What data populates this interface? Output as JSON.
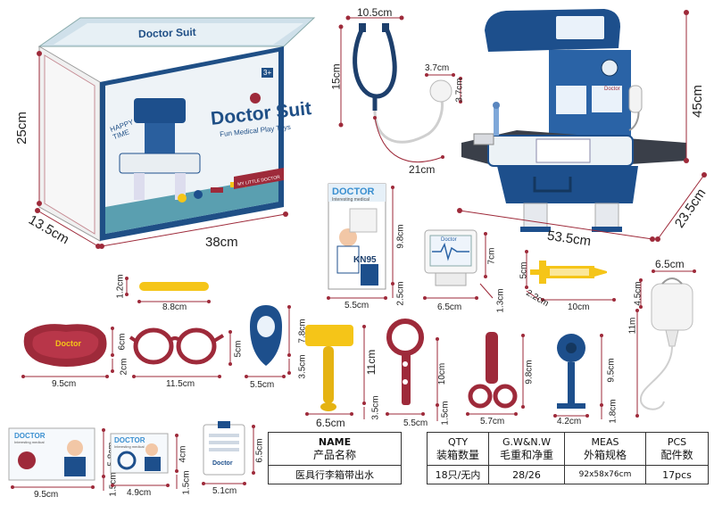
{
  "box": {
    "brand": "Doctor Suit",
    "tagline": "Fun Medical Play Toys",
    "happy_time": "HAPPY TIME",
    "age": "3+",
    "ribbon": "MY LITTLE DOCTOR",
    "dims": {
      "height": "25cm",
      "depth": "13.5cm",
      "width": "38cm"
    }
  },
  "case_dims": {
    "width": "53.5cm",
    "depth": "23.5cm",
    "height": "45cm"
  },
  "stethoscope_dims": {
    "width": "10.5cm",
    "height": "15cm",
    "chest_w": "3.7cm",
    "chest_h": "3.7cm",
    "tube": "21cm"
  },
  "booklet": {
    "title": "DOCTOR",
    "sub": "Interesting medical",
    "label": "KN95",
    "dims": {
      "height": "9.8cm",
      "width": "5.5cm",
      "thick": "2.5cm"
    }
  },
  "monitor": {
    "dims": {
      "height": "7cm",
      "width": "6.5cm",
      "depth": "1.3cm"
    }
  },
  "syringe": {
    "dims": {
      "height": "5cm",
      "width": "2.2cm",
      "length": "10cm"
    }
  },
  "drip": {
    "dims": {
      "width": "6.5cm",
      "height": "4.5cm",
      "tube": "11m"
    }
  },
  "tongue_depressor": {
    "dims": {
      "height": "1.2cm",
      "width": "8.8cm"
    }
  },
  "tray": {
    "label": "Doctor",
    "dims": {
      "height": "6cm",
      "depth": "2cm",
      "width": "9.5cm"
    }
  },
  "glasses": {
    "dims": {
      "height": "5cm",
      "width": "11.5cm"
    }
  },
  "mirror": {
    "dims": {
      "height": "7.8cm",
      "depth": "3.5cm",
      "width": "5.5cm"
    }
  },
  "hammer": {
    "dims": {
      "height": "11cm",
      "depth": "3.5cm",
      "width": "6.5cm"
    }
  },
  "otoscope": {
    "dims": {
      "height": "10cm",
      "depth": "1.5cm",
      "width": "5.5cm"
    }
  },
  "scissors": {
    "dims": {
      "height": "9.8cm",
      "width": "5.7cm"
    }
  },
  "head_mirror": {
    "dims": {
      "height": "9.5cm",
      "depth": "1.8cm",
      "width": "4.2cm"
    }
  },
  "card1": {
    "title": "DOCTOR",
    "sub": "Interesting medical",
    "dims": {
      "height": "5.8cm",
      "depth": "1.5cm",
      "width": "9.5cm"
    }
  },
  "card2": {
    "title": "DOCTOR",
    "sub": "Interesting medical",
    "dims": {
      "height": "4cm",
      "depth": "1.5cm",
      "width": "4.9cm"
    }
  },
  "badge": {
    "label": "Doctor",
    "dims": {
      "height": "6.5cm",
      "width": "5.1cm"
    }
  },
  "spec_table": {
    "name_header_en": "NAME",
    "name_header_cn": "产品名称",
    "name_value": "医具行李箱带出水",
    "columns": [
      {
        "en": "QTY",
        "cn": "装箱数量",
        "value": "18只/无内"
      },
      {
        "en": "G.W&N.W",
        "cn": "毛重和净重",
        "value": "28/26"
      },
      {
        "en": "MEAS",
        "cn": "外箱规格",
        "value": "92x58x76cm"
      },
      {
        "en": "PCS",
        "cn": "配件数",
        "value": "17pcs"
      }
    ]
  },
  "colors": {
    "accent_red": "#9e2a3a",
    "box_blue": "#1f4f86",
    "toy_blue": "#1d4f8c",
    "toy_yellow": "#f5c518"
  }
}
